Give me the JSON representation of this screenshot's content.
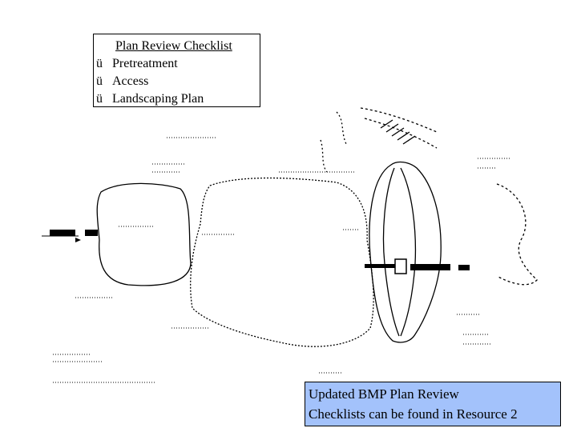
{
  "checklist": {
    "title": "Plan Review Checklist",
    "items": [
      {
        "check": "ü",
        "label": "Pretreatment"
      },
      {
        "check": "ü",
        "label": "Access"
      },
      {
        "check": "ü",
        "label": "Landscaping Plan"
      }
    ]
  },
  "note": {
    "line1": "Updated BMP Plan Review",
    "line2": "Checklists can be found in Resource 2"
  },
  "colors": {
    "note_background": "#a3c2fb",
    "line": "#000000"
  }
}
